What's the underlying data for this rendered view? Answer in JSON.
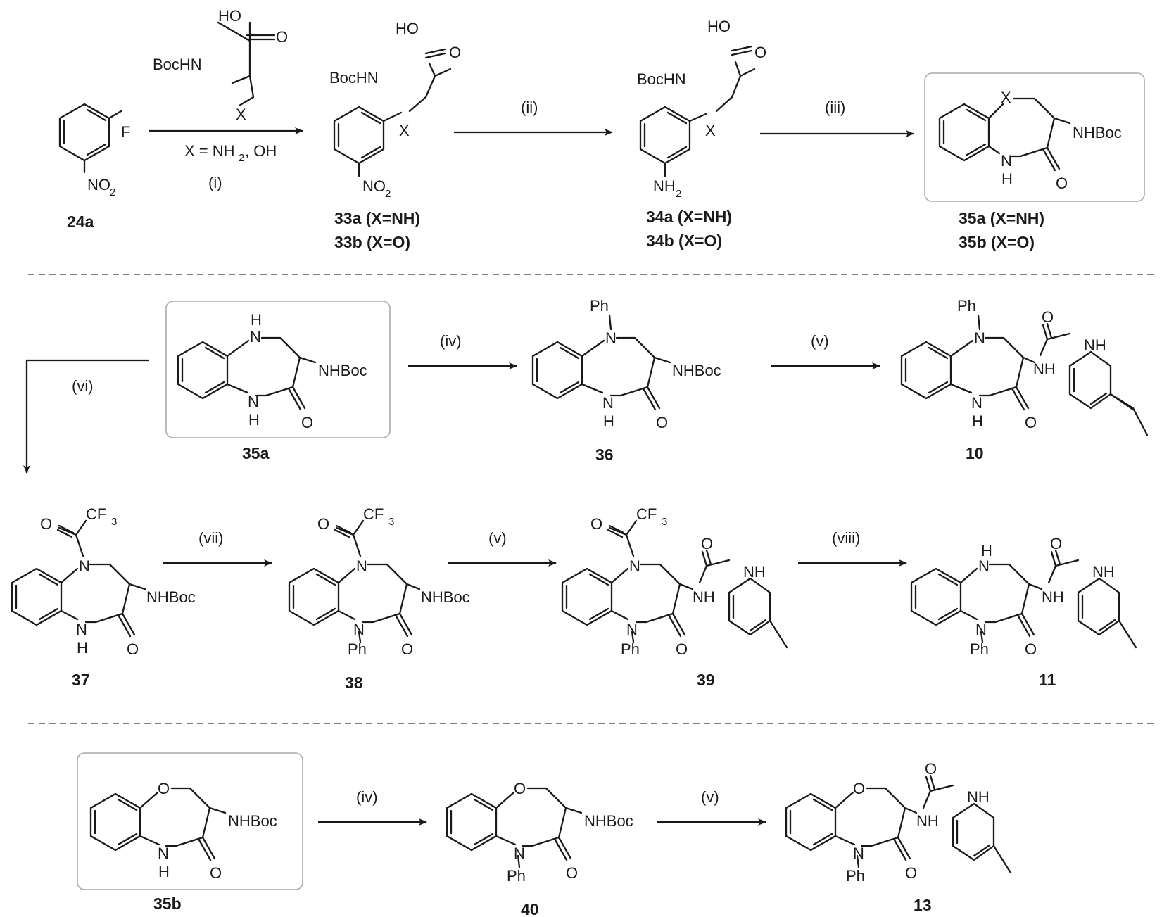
{
  "compounds": {
    "c24a": "24a",
    "c33": [
      "33a (X=NH)",
      "33b (X=O)"
    ],
    "c34": [
      "34a (X=NH)",
      "34b (X=O)"
    ],
    "c35": [
      "35a (X=NH)",
      "35b (X=O)"
    ],
    "c35a": "35a",
    "c36": "36",
    "c10": "10",
    "c37": "37",
    "c38": "38",
    "c39": "39",
    "c11": "11",
    "c35b": "35b",
    "c40": "40",
    "c13": "13"
  },
  "conditions": {
    "i": "(i)",
    "ii": "(ii)",
    "iii": "(iii)",
    "iv": "(iv)",
    "v": "(v)",
    "vi": "(vi)",
    "vii": "(vii)",
    "viii": "(viii)",
    "x_def_pre": "X = NH",
    "x_def_sub": "2",
    "x_def_post": ", OH"
  },
  "atoms": {
    "F": "F",
    "NO": "NO",
    "two": "2",
    "NH": "NH",
    "HO": "HO",
    "O": "O",
    "BocHN": "BocHN",
    "X": "X",
    "NHBoc": "NHBoc",
    "N": "N",
    "H": "H",
    "Ph": "Ph",
    "CF": "CF",
    "three": "3"
  }
}
